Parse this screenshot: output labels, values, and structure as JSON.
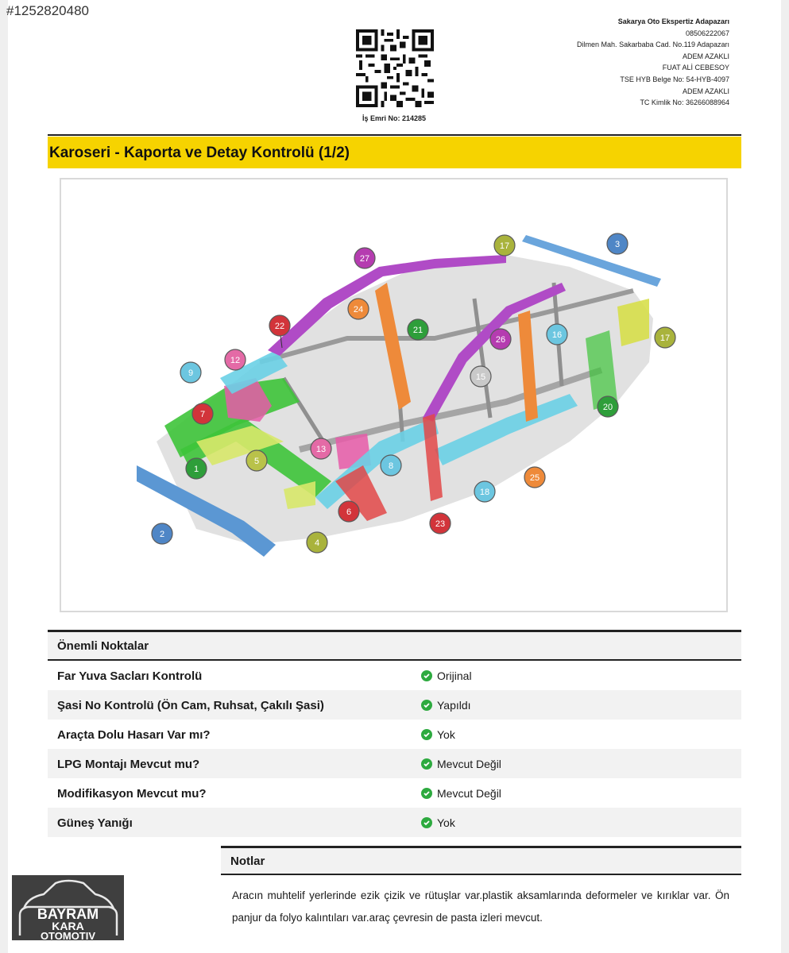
{
  "listing_id": "#1252820480",
  "work_order": "İş Emri No: 214285",
  "company": {
    "name": "Sakarya Oto Ekspertiz Adapazarı",
    "lines": [
      "08506222067",
      "Dilmen Mah. Sakarbaba Cad. No.119 Adapazarı",
      "ADEM AZAKLI",
      "FUAT ALİ CEBESOY",
      "TSE HYB Belge No: 54-HYB-4097",
      "ADEM AZAKLI",
      "TC Kimlik No: 36266088964"
    ]
  },
  "section_title": "Karoseri - Kaporta ve Detay Kontrolü (1/2)",
  "diagram": {
    "markers": [
      {
        "label": "1",
        "color": "#2e9e3a"
      },
      {
        "label": "2",
        "color": "#4f86c6"
      },
      {
        "label": "3",
        "color": "#4f86c6"
      },
      {
        "label": "4",
        "color": "#a9b33c"
      },
      {
        "label": "5",
        "color": "#b9c24a"
      },
      {
        "label": "6",
        "color": "#d2343a"
      },
      {
        "label": "7",
        "color": "#d2343a"
      },
      {
        "label": "8",
        "color": "#6cc6e0"
      },
      {
        "label": "9",
        "color": "#6cc6e0"
      },
      {
        "label": "12",
        "color": "#e46aa6"
      },
      {
        "label": "13",
        "color": "#e46aa6"
      },
      {
        "label": "15",
        "color": "#c9c9c9"
      },
      {
        "label": "16",
        "color": "#6cc6e0"
      },
      {
        "label": "17",
        "color": "#a9b33c"
      },
      {
        "label": "17",
        "color": "#a9b33c"
      },
      {
        "label": "18",
        "color": "#6cc6e0"
      },
      {
        "label": "20",
        "color": "#2e9e3a"
      },
      {
        "label": "21",
        "color": "#2e9e3a"
      },
      {
        "label": "22",
        "color": "#d2343a"
      },
      {
        "label": "23",
        "color": "#d2343a"
      },
      {
        "label": "24",
        "color": "#ee8a3a"
      },
      {
        "label": "25",
        "color": "#ee8a3a"
      },
      {
        "label": "26",
        "color": "#b53cb0"
      },
      {
        "label": "27",
        "color": "#b53cb0"
      }
    ]
  },
  "important": {
    "title": "Önemli Noktalar",
    "rows": [
      {
        "label": "Far Yuva Sacları Kontrolü",
        "value": "Orijinal"
      },
      {
        "label": "Şasi No Kontrolü (Ön Cam, Ruhsat, Çakılı Şasi)",
        "value": "Yapıldı"
      },
      {
        "label": "Araçta Dolu Hasarı Var mı?",
        "value": "Yok"
      },
      {
        "label": "LPG Montajı Mevcut mu?",
        "value": "Mevcut Değil"
      },
      {
        "label": "Modifikasyon Mevcut mu?",
        "value": "Mevcut Değil"
      },
      {
        "label": "Güneş Yanığı",
        "value": "Yok"
      }
    ]
  },
  "notes": {
    "title": "Notlar",
    "text": "Aracın muhtelif yerlerinde ezik çizik ve rütuşlar var.plastik aksamlarında deformeler ve kırıklar var. Ön panjur da folyo kalıntıları var.araç çevresin de pasta izleri mevcut."
  },
  "logo": {
    "line1": "BAYRAM",
    "line2": "KARA",
    "line3": "OTOMOTIV"
  },
  "colors": {
    "accent": "#f6d300",
    "check": "#2daa3f"
  }
}
